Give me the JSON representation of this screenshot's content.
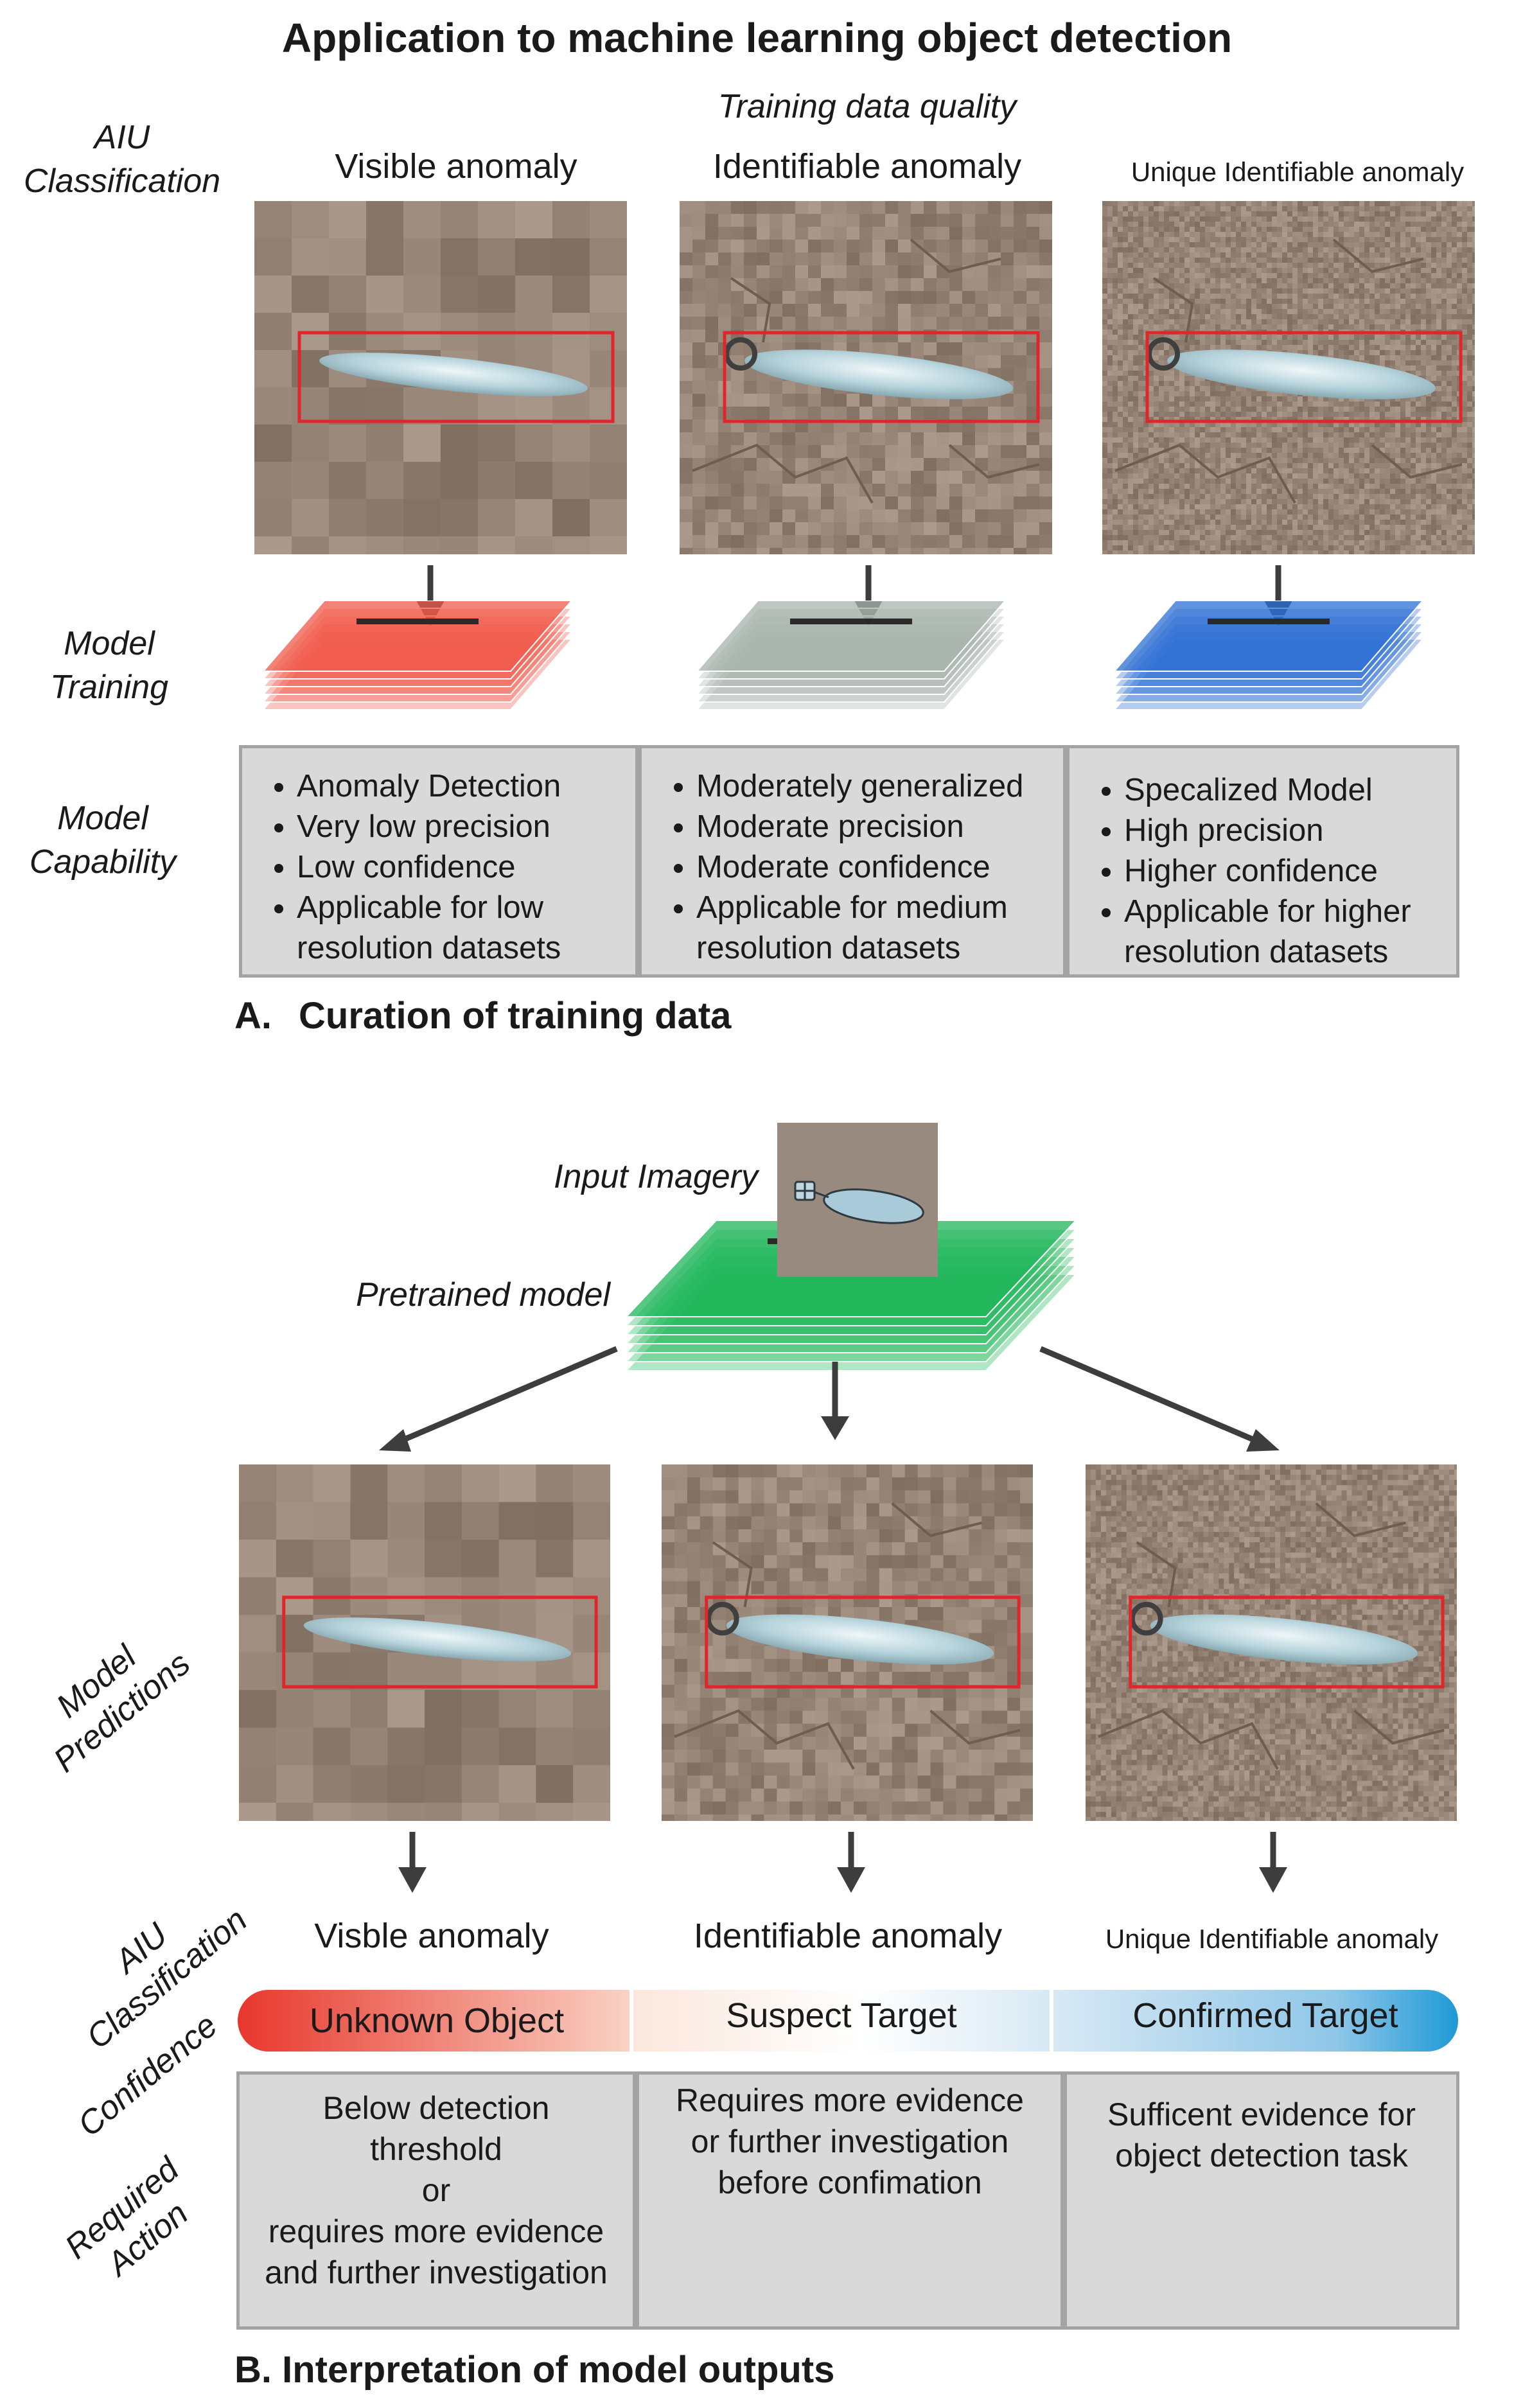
{
  "title": "Application to machine learning object detection",
  "section_a": {
    "row_labels": {
      "aiu_line1": "AIU",
      "aiu_line2": "Classification",
      "training_line1": "Model",
      "training_line2": "Training",
      "capability_line1": "Model",
      "capability_line2": "Capability"
    },
    "training_data_quality": "Training data quality",
    "columns": [
      {
        "heading": "Visible anomaly",
        "stack_color": "#f05a4a",
        "capabilities": [
          "Anomaly Detection",
          "Very low precision",
          "Low confidence",
          "Applicable for low resolution datasets"
        ]
      },
      {
        "heading": "Identifiable anomaly",
        "stack_color": "#a7b3ab",
        "capabilities": [
          "Moderately generalized",
          "Moderate precision",
          "Moderate confidence",
          "Applicable for medium resolution datasets"
        ]
      },
      {
        "heading": "Unique Identifiable anomaly",
        "stack_color": "#2d6fd4",
        "capabilities": [
          "Specalized Model",
          "High precision",
          "Higher confidence",
          "Applicable for higher resolution datasets"
        ]
      }
    ],
    "caption_letter": "A.",
    "caption": "Curation of training data"
  },
  "section_b": {
    "input_imagery": "Input Imagery",
    "pretrained_model": "Pretrained model",
    "pretrained_color": "#1fb65a",
    "row_labels": {
      "predictions_line1": "Model",
      "predictions_line2": "Predictions",
      "aiu_line1": "AIU",
      "aiu_line2": "Classification",
      "confidence": "Confidence",
      "action_line1": "Required",
      "action_line2": "Action"
    },
    "columns": [
      {
        "classification": "Visble anomaly",
        "confidence": "Unknown Object",
        "action_lines": [
          "Below detection",
          "threshold",
          "or",
          "requires more evidence",
          "and further investigation"
        ]
      },
      {
        "classification": "Identifiable anomaly",
        "confidence": "Suspect Target",
        "action_lines": [
          "Requires more evidence",
          "or further investigation",
          "before confimation"
        ]
      },
      {
        "classification": "Unique Identifiable anomaly",
        "confidence": "Confirmed Target",
        "action_lines": [
          "Sufficent evidence for",
          "object detection task"
        ]
      }
    ],
    "caption": "B. Interpretation of model outputs"
  },
  "colors": {
    "box_fill": "#d9d9d9",
    "box_border": "#a3a3a3",
    "detection_box": "#e0262b",
    "arrow": "#3d3d3d",
    "confidence_low": "#e8372d",
    "confidence_high": "#1e9ad6"
  }
}
